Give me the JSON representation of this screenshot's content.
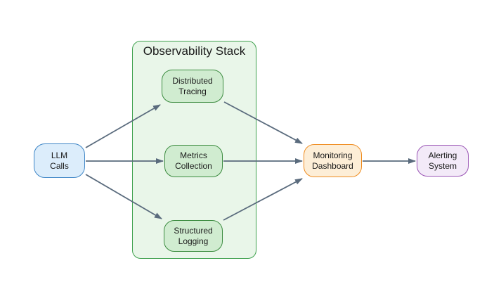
{
  "diagram": {
    "container": {
      "id": "observability_stack",
      "label": "Observability Stack",
      "fill": "#e9f6e9",
      "border": "#3fa14e"
    },
    "nodes": {
      "llm_calls": {
        "lines": [
          "LLM",
          "Calls"
        ],
        "fill": "#dcedfb",
        "border": "#3d85c6"
      },
      "distributed_tracing": {
        "lines": [
          "Distributed",
          "Tracing"
        ],
        "fill": "#d0ecd0",
        "border": "#3c8c40"
      },
      "metrics_collection": {
        "lines": [
          "Metrics",
          "Collection"
        ],
        "fill": "#d0ecd0",
        "border": "#3c8c40"
      },
      "structured_logging": {
        "lines": [
          "Structured",
          "Logging"
        ],
        "fill": "#d0ecd0",
        "border": "#3c8c40"
      },
      "monitoring_dashboard": {
        "lines": [
          "Monitoring",
          "Dashboard"
        ],
        "fill": "#fdeed7",
        "border": "#ef8d22"
      },
      "alerting_system": {
        "lines": [
          "Alerting",
          "System"
        ],
        "fill": "#f3eaf8",
        "border": "#9a55b5"
      }
    },
    "edges": [
      {
        "from": "llm_calls",
        "to": "distributed_tracing"
      },
      {
        "from": "llm_calls",
        "to": "metrics_collection"
      },
      {
        "from": "llm_calls",
        "to": "structured_logging"
      },
      {
        "from": "distributed_tracing",
        "to": "monitoring_dashboard"
      },
      {
        "from": "metrics_collection",
        "to": "monitoring_dashboard"
      },
      {
        "from": "structured_logging",
        "to": "monitoring_dashboard"
      },
      {
        "from": "monitoring_dashboard",
        "to": "alerting_system"
      }
    ],
    "edge_color": "#5a6b7d",
    "text_color": "#1a1a1a"
  }
}
